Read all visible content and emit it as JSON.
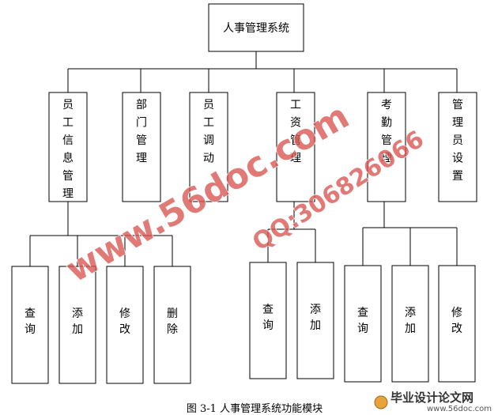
{
  "title": "人事管理系统",
  "caption": "图 3-1  人事管理系统功能模块",
  "modules": [
    {
      "label": "员工信息管理",
      "children": [
        "查询",
        "添加",
        "修改",
        "删除"
      ]
    },
    {
      "label": "部门管理",
      "children": []
    },
    {
      "label": "员工调动",
      "children": []
    },
    {
      "label": "工资管理",
      "children": [
        "查询",
        "添加"
      ]
    },
    {
      "label": "考勤管理",
      "children": [
        "查询",
        "添加",
        "修改"
      ]
    },
    {
      "label": "管理员设置",
      "children": []
    }
  ],
  "watermarks": {
    "primary": "www.56doc.com",
    "secondary": "QQ:306826066"
  },
  "logo": {
    "name": "毕业设计论文网",
    "url": "www.56doc.com"
  },
  "colors": {
    "watermark": "#d9534f",
    "line": "#000000"
  }
}
